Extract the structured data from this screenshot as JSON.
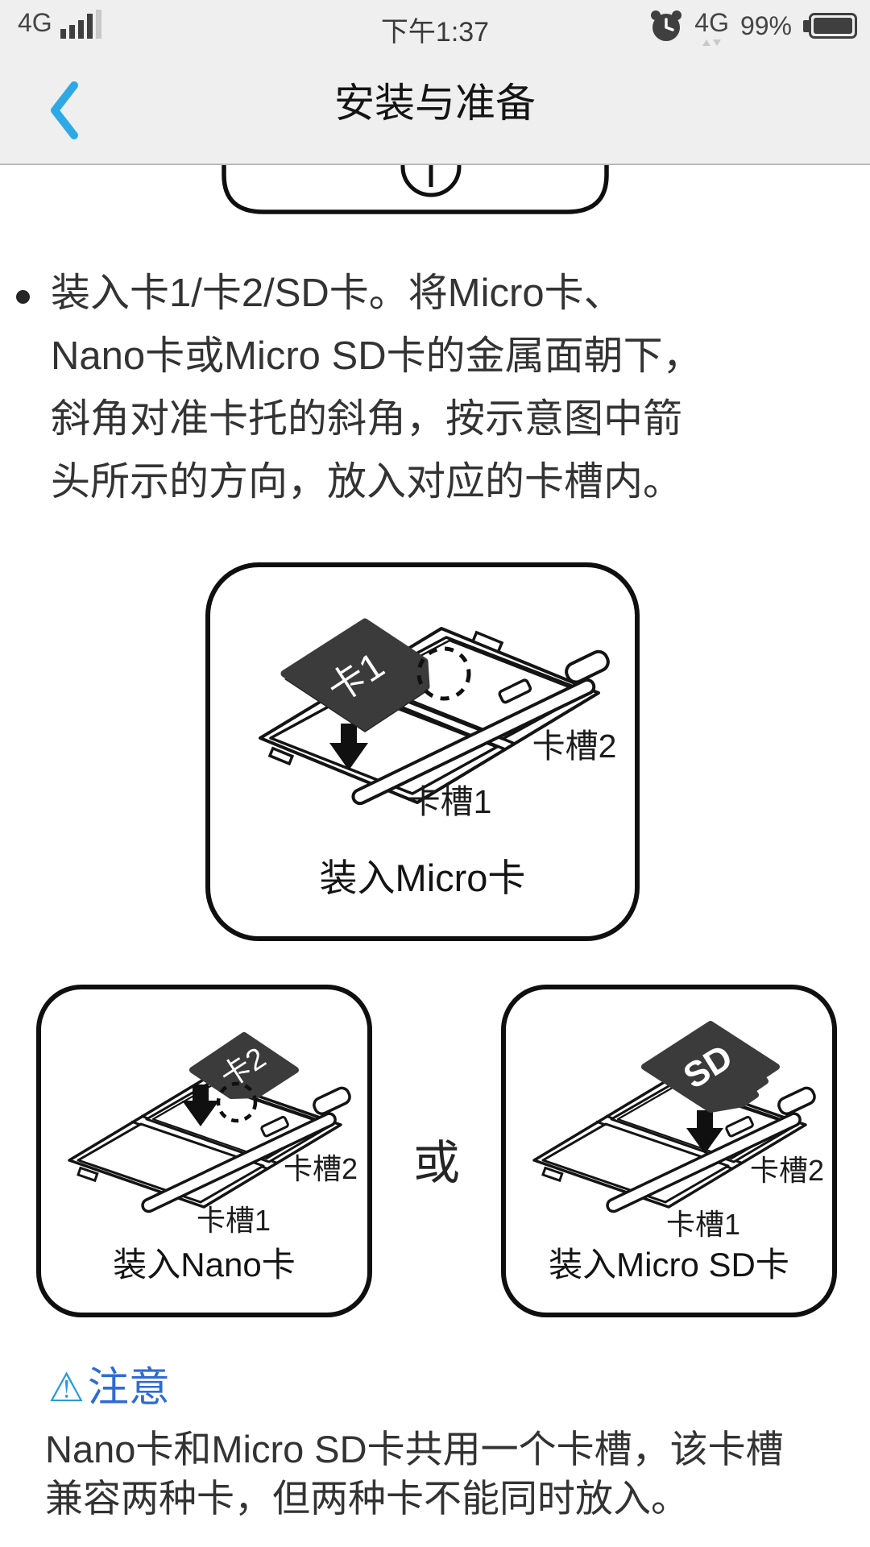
{
  "status_bar": {
    "carrier": "4G",
    "time": "下午1:37",
    "network": "4G",
    "battery_percent": "99%"
  },
  "header": {
    "title": "安装与准备"
  },
  "instruction": {
    "lines": [
      "装入卡1/卡2/SD卡。将Micro卡、",
      "Nano卡或Micro SD卡的金属面朝下，",
      "斜角对准卡托的斜角，按示意图中箭",
      "头所示的方向，放入对应的卡槽内。"
    ]
  },
  "figures": {
    "or": "或",
    "micro": {
      "caption": "装入Micro卡",
      "card_label": "卡1",
      "slot1": "卡槽1",
      "slot2": "卡槽2"
    },
    "nano": {
      "caption": "装入Nano卡",
      "card_label": "卡2",
      "slot1": "卡槽1",
      "slot2": "卡槽2"
    },
    "sd": {
      "caption": "装入Micro SD卡",
      "card_label": "SD",
      "slot1": "卡槽1",
      "slot2": "卡槽2"
    }
  },
  "note": {
    "warning_symbol": "⚠",
    "title": "注意",
    "lines": [
      "Nano卡和Micro SD卡共用一个卡槽，该卡槽",
      "兼容两种卡，但两种卡不能同时放入。"
    ]
  },
  "colors": {
    "accent_blue": "#2fa9e6",
    "note_blue": "#2f6bd4",
    "header_bg": "#efefef",
    "card_fill": "#3b3b3b",
    "ink": "#141414"
  }
}
